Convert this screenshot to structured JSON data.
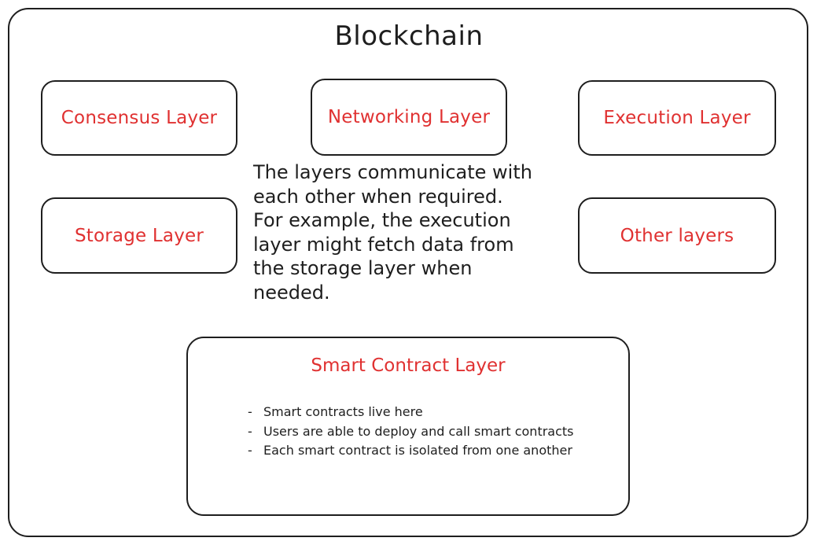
{
  "diagram": {
    "title": "Blockchain",
    "layers": {
      "consensus": "Consensus Layer",
      "networking": "Networking Layer",
      "execution": "Execution Layer",
      "storage": "Storage Layer",
      "other": "Other layers"
    },
    "note": "The layers communicate with\neach other when required.\nFor example, the execution\nlayer might fetch data from\nthe storage layer when\nneeded.",
    "smart_contract": {
      "title": "Smart Contract Layer",
      "bullets": [
        "Smart contracts live here",
        "Users are able to deploy and call smart contracts",
        "Each smart contract is isolated from one another"
      ]
    },
    "colors": {
      "stroke": "#1e1e1e",
      "label": "#e03131",
      "background": "#ffffff"
    }
  }
}
